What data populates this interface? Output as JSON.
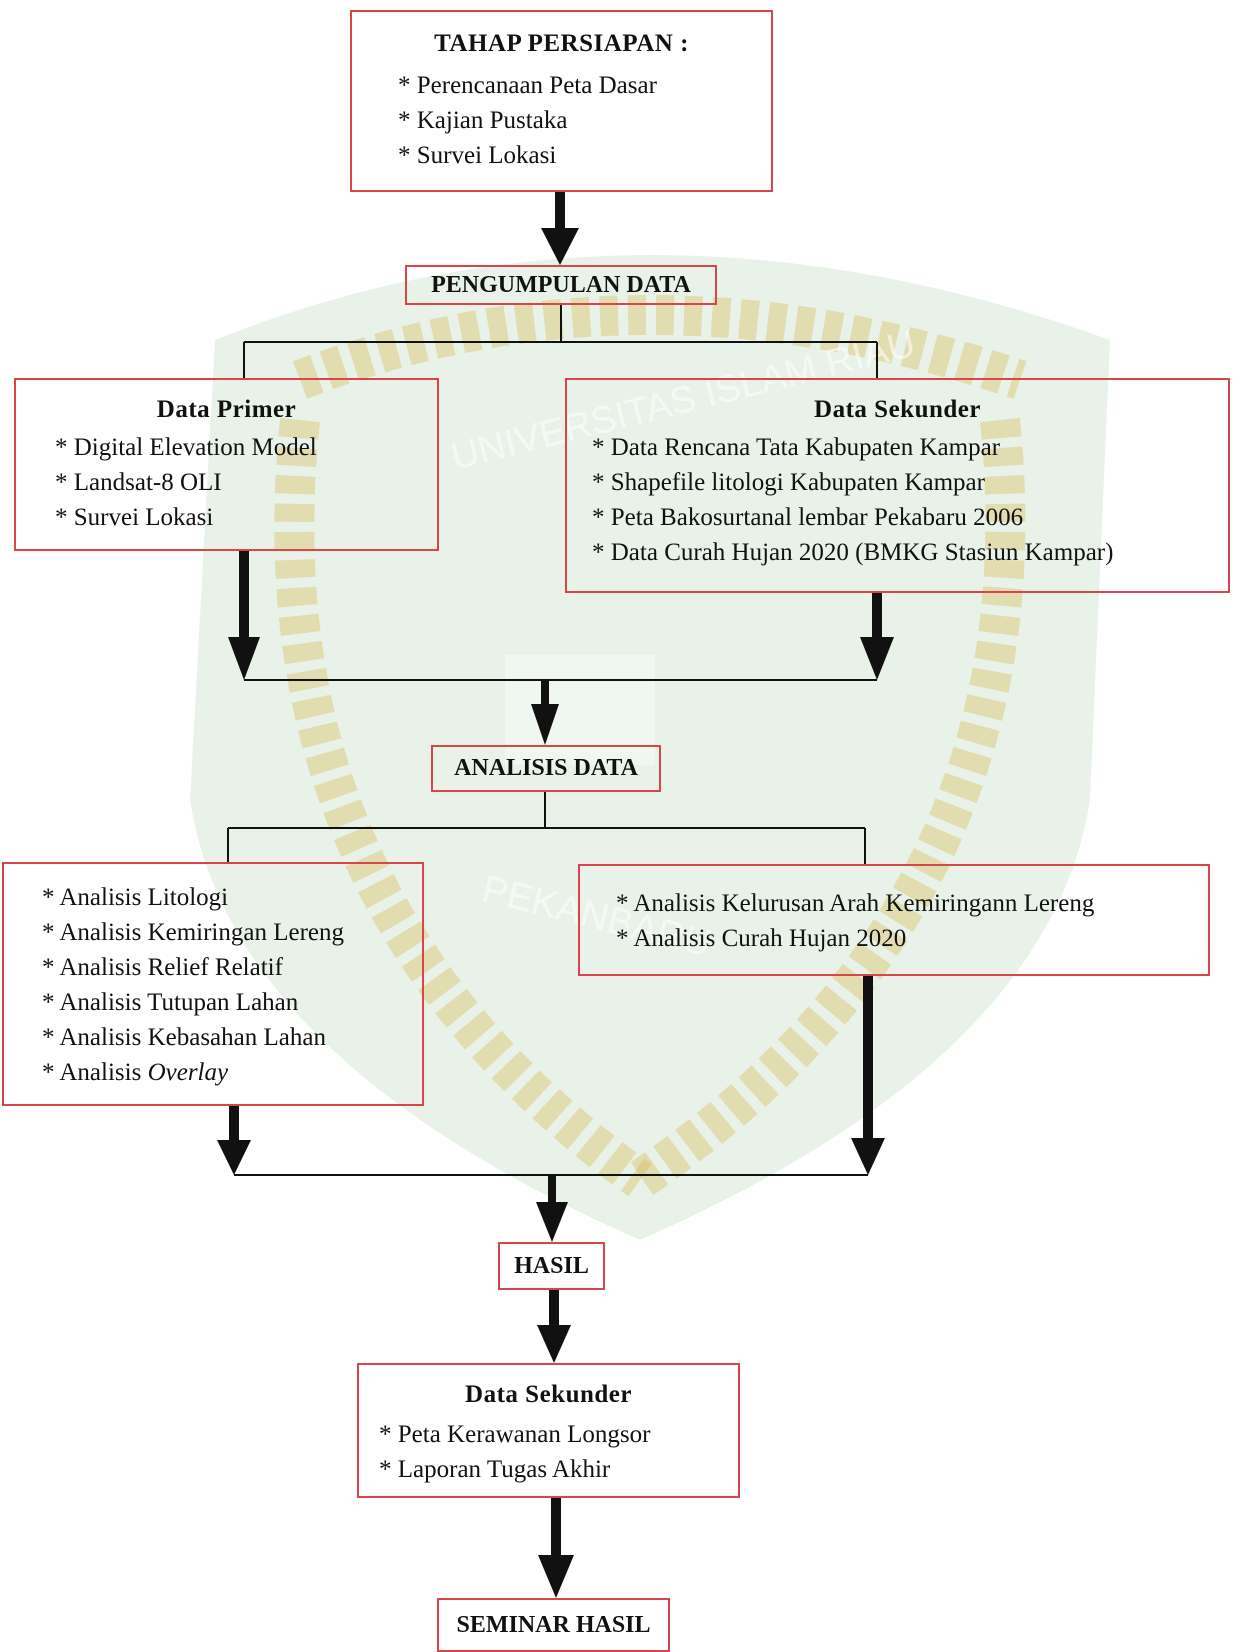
{
  "colors": {
    "box_border": "#d9454b",
    "line": "#111111",
    "watermark_green": "#3b8c3a",
    "watermark_gold": "#d8b54a"
  },
  "watermark": {
    "arc_text_top": "UNIVERSITAS ISLAM RIAU",
    "arc_text_bottom": "PEKANBARU"
  },
  "tahap_persiapan": {
    "title": "TAHAP PERSIAPAN :",
    "items": [
      "* Perencanaan Peta Dasar",
      "* Kajian Pustaka",
      "* Survei Lokasi"
    ]
  },
  "pengumpulan_data": "PENGUMPULAN DATA",
  "data_primer": {
    "title": "Data Primer",
    "items": [
      "* Digital Elevation Model",
      "* Landsat-8 OLI",
      "* Survei Lokasi"
    ]
  },
  "data_sekunder_input": {
    "title": "Data Sekunder",
    "items": [
      "* Data Rencana Tata Kabupaten Kampar",
      "* Shapefile litologi Kabupaten Kampar",
      "* Peta Bakosurtanal lembar Pekabaru 2006",
      "* Data Curah Hujan 2020 (BMKG Stasiun Kampar)"
    ]
  },
  "analisis_data": "ANALISIS DATA",
  "analisis_left": {
    "items": [
      "* Analisis Litologi",
      "* Analisis Kemiringan Lereng",
      "* Analisis Relief Relatif",
      "* Analisis Tutupan Lahan",
      "* Analisis Kebasahan Lahan"
    ],
    "overlay_prefix": "* Analisis ",
    "overlay_italic": "Overlay"
  },
  "analisis_right": {
    "items": [
      "* Analisis Kelurusan Arah Kemiringann Lereng",
      "* Analisis Curah Hujan 2020"
    ]
  },
  "hasil": "HASIL",
  "data_sekunder_output": {
    "title": "Data Sekunder",
    "items": [
      "* Peta Kerawanan Longsor",
      "* Laporan Tugas Akhir"
    ]
  },
  "seminar_hasil": "SEMINAR HASIL"
}
